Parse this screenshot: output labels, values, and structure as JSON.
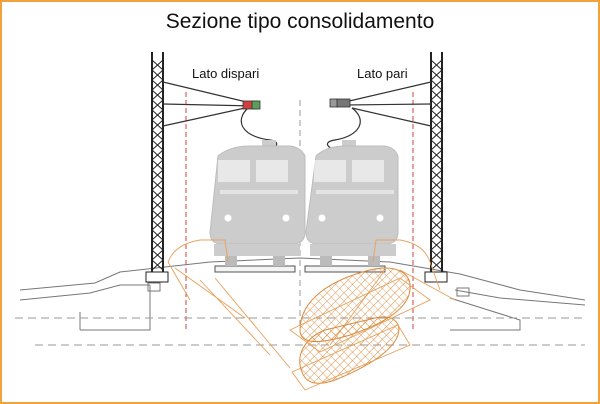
{
  "title": "Sezione tipo consolidamento",
  "labels": {
    "left_side": "Lato dispari",
    "right_side": "Lato pari"
  },
  "colors": {
    "frame": "#f2a23a",
    "train": "#cccccc",
    "pylon": "#222222",
    "guide_red": "#d04040",
    "consolidation": "#e29a50",
    "ground": "#777777"
  },
  "icons": {
    "left_locomotive": "locomotive-front-icon",
    "right_locomotive": "locomotive-front-icon",
    "left_pylon": "lattice-pylon-icon",
    "right_pylon": "lattice-pylon-icon"
  }
}
